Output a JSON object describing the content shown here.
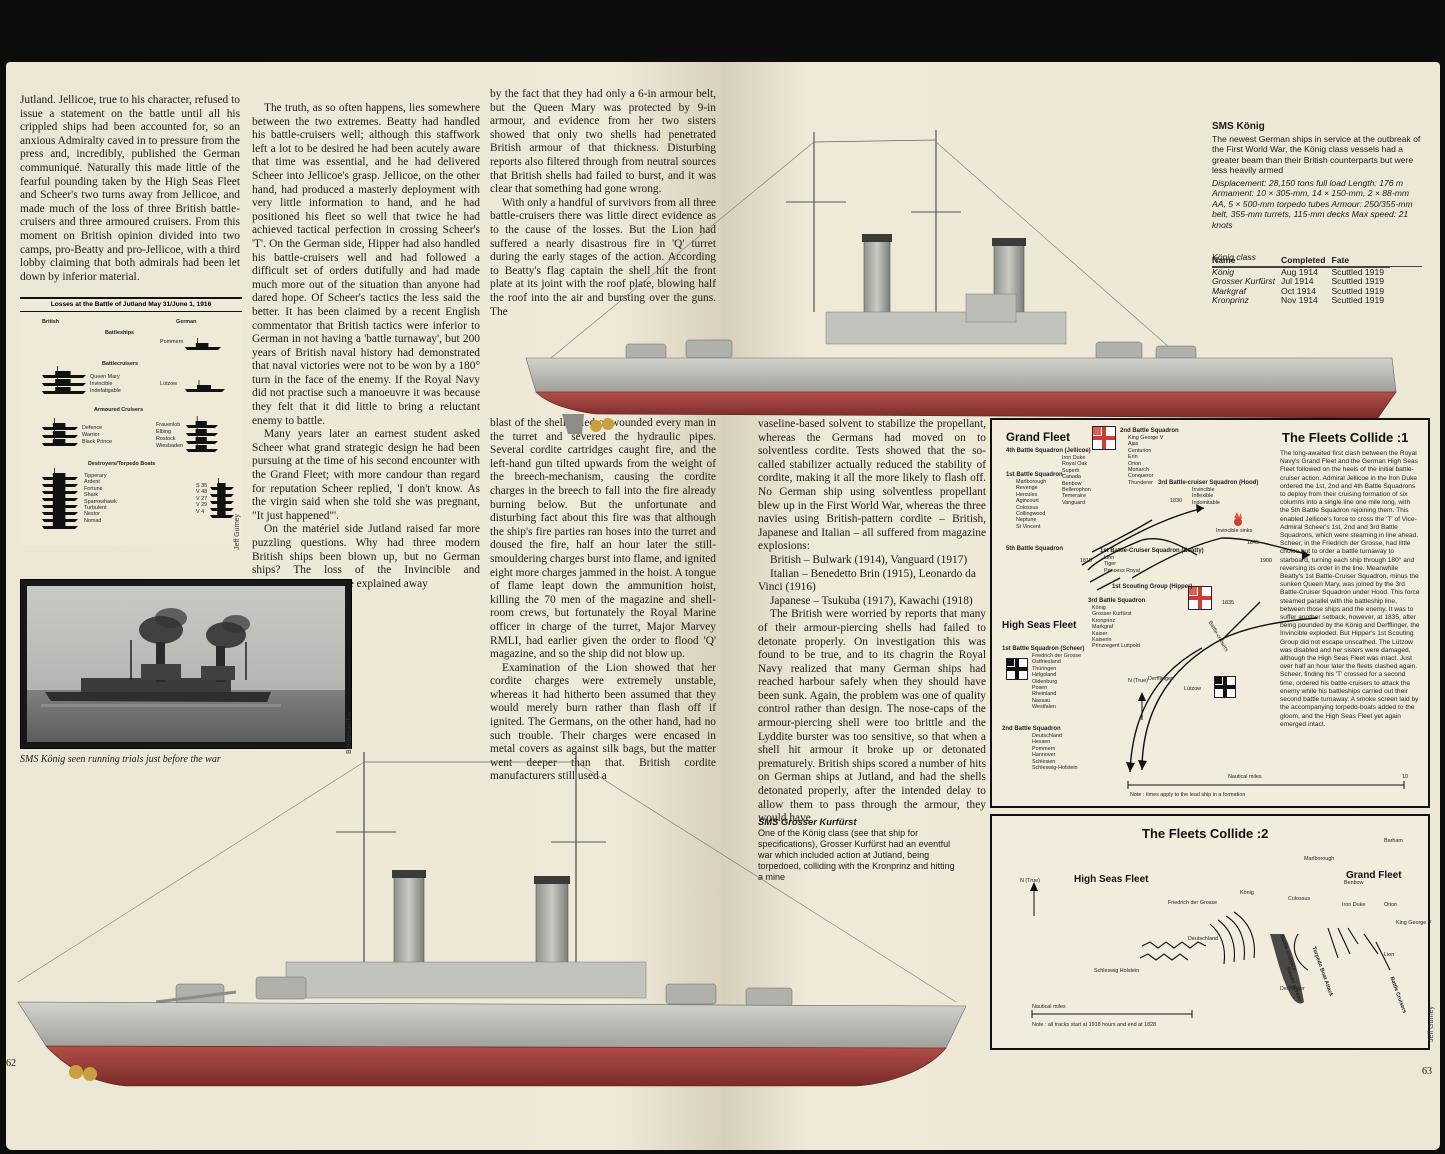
{
  "left_page": {
    "page_number": "62",
    "col1": [
      "Jutland. Jellicoe, true to his character, refused to issue a statement on the battle until all his crippled ships had been accounted for, so an anxious Admiralty caved in to pressure from the press and, incredibly, published the German communiqué. Naturally this made little of the fearful pounding taken by the High Seas Fleet and Scheer's two turns away from Jellicoe, and made much of the loss of three British battle-cruisers and three armoured cruisers. From this moment on British opinion divided into two camps, pro-Beatty and pro-Jellicoe, with a third lobby claiming that both admirals had been let down by inferior material."
    ],
    "col2": [
      "The truth, as so often happens, lies somewhere between the two extremes. Beatty had handled his battle-cruisers well; although this staffwork left a lot to be desired he had been acutely aware that time was essential, and he had delivered Scheer into Jellicoe's grasp. Jellicoe, on the other hand, had produced a masterly deployment with very little information to hand, and he had positioned his fleet so well that twice he had achieved tactical perfection in crossing Scheer's 'T'. On the German side, Hipper had also handled his battle-cruisers well and had followed a difficult set of orders dutifully and had made much more out of the situation than anyone had dared hope. Of Scheer's tactics the less said the better. It has been claimed by a recent English commentator that British tactics were inferior to German in not having a 'battle turnaway', but 200 years of British naval history had demonstrated that naval victories were not to be won by a 180° turn in the face of the enemy. If the Royal Navy did not practise such a manoeuvre it was because they felt that it did little to bring a reluctant enemy to battle.",
      "Many years later an earnest student asked Scheer what grand strategic design he had been pursuing at the time of his second encounter with the Grand Fleet; with more candour than regard for reputation Scheer replied, 'I don't know. As the virgin said when she told she was pregnant, \"It just happened\"'.",
      "On the matériel side Jutland raised far more puzzling questions. Why had three modern British ships been blown up, but no German ships? The loss of the Invincible and Indefatigable could be explained away"
    ],
    "col3_top": [
      "by the fact that they had only a 6-in armour belt, but the Queen Mary was protected by 9-in armour, and evidence from her two sisters showed that only two shells had penetrated British armour of that thickness. Disturbing reports also filtered through from neutral sources that British shells had failed to burst, and it was clear that something had gone wrong.",
      "With only a handful of survivors from all three battle-cruisers there was little direct evidence as to the cause of the losses. But the Lion had suffered a nearly disastrous fire in 'Q' turret during the early stages of the action. According to Beatty's flag captain the shell hit the front plate at its joint with the roof plate, blowing half the roof into the air and bursting over the guns. The"
    ],
    "col3_bottom": [
      "blast of the shell killed or wounded every man in the turret and severed the hydraulic pipes. Several cordite cartridges caught fire, and the left-hand gun tilted upwards from the weight of the breech-mechanism, causing the cordite charges in the breech to fall into the fire already burning below. But the unfortunate and disturbing fact about this fire was that although the ship's fire parties ran hoses into the turret and doused the fire, half an hour later the still-smouldering charges burst into flame, and ignited eight more charges jammed in the hoist. A tongue of flame leapt down the ammunition hoist, killing the 70 men of the magazine and shell-room crews, but fortunately the Royal Marine officer in charge of the turret, Major Marvey RMLI, had earlier given the order to flood 'Q' magazine, and so the ship did not blow up.",
      "Examination of the Lion showed that her cordite charges were extremely unstable, whereas it had hitherto been assumed that they would merely burn rather than flash off if ignited. The Germans, on the other hand, had no such trouble. Their charges were encased in metal covers as against silk bags, but the matter went deeper than that. British cordite manufacturers still used a"
    ],
    "losses_chart": {
      "title": "Losses at the Battle of Jutland May 31/June 1, 1916",
      "col_british": "British",
      "col_german": "German",
      "section_battleships": "Battleships",
      "section_battlecruisers": "Battlecruisers",
      "section_armoured": "Armoured Cruisers",
      "section_destroyers": "Destroyers/Torpedo Boats",
      "german_battleship": "Pommern",
      "british_bc_1": "Queen Mary",
      "british_bc_2": "Invincible",
      "british_bc_3": "Indefatigable",
      "german_bc": "Lützow",
      "british_ac_1": "Defence",
      "british_ac_2": "Warrior",
      "british_ac_3": "Black Prince",
      "german_lc_1": "Frauenlob",
      "german_lc_2": "Elbing",
      "german_lc_3": "Rostock",
      "german_lc_4": "Wiesbaden",
      "british_destroyers": [
        "Tipperary",
        "Ardent",
        "Fortune",
        "Shark",
        "Sparrowhawk",
        "Turbulent",
        "Nestor",
        "Nomad"
      ],
      "german_torpedo": [
        "S 35",
        "V 48",
        "V 27",
        "V 29",
        "V 4"
      ],
      "credit": "Jeff Gurney"
    },
    "photo_caption": "SMS König seen running trials just before the war",
    "photo_credit": "Bundesarchiv"
  },
  "right_page": {
    "page_number": "63",
    "col4_top": [
      "vaseline-based solvent to stabilize the propellant, whereas the Germans had moved on to solventless cordite. Tests showed that the so-called stabilizer actually reduced the stability of cordite, making it all the more likely to flash off. No German ship using solventless propellant blew up in the First World War, whereas the three navies using British-pattern cordite – British, Japanese and Italian – all suffered from magazine explosions:"
    ],
    "explosions": [
      "British – Bulwark (1914), Vanguard (1917)",
      "Italian – Benedetto Brin (1915), Leonardo da Vinci (1916)",
      "Japanese – Tsukuba (1917), Kawachi (1918)"
    ],
    "col4_bottom": [
      "The British were worried by reports that many of their armour-piercing shells had failed to detonate properly. On investigation this was found to be true, and to its chagrin the Royal Navy realized that many German ships had reached harbour safely when they should have been sunk. Again, the problem was one of quality control rather than design. The nose-caps of the armour-piercing shell were too brittle and the Lyddite burster was too sensitive, so that when a shell hit armour it broke up or detonated prematurely. British ships scored a number of hits on German ships at Jutland, and had the shells detonated properly, after the intended delay to allow them to pass through the armour, they would have"
    ],
    "konig": {
      "title": "SMS König",
      "desc": "The newest German ships in service at the outbreak of the First World War, the König class vessels had a greater beam than their British counterparts but were less heavily armed",
      "specs": "Displacement: 28,150 tons full load Length: 176 m Armament: 10 × 305-mm, 14 × 150-mm, 2 × 88-mm AA, 5 × 500-mm torpedo tubes Armour: 250/355-mm belt, 355-mm turrets, 115-mm decks Max speed: 21 knots",
      "class_title": "König class",
      "table_headers": [
        "Name",
        "Completed",
        "Fate"
      ],
      "table_rows": [
        [
          "König",
          "Aug 1914",
          "Scuttled 1919"
        ],
        [
          "Grosser Kurfürst",
          "Jul 1914",
          "Scuttled 1919"
        ],
        [
          "Markgraf",
          "Oct 1914",
          "Scuttled 1919"
        ],
        [
          "Kronprinz",
          "Nov 1914",
          "Scuttled 1919"
        ]
      ]
    },
    "grosser": {
      "title": "SMS Grosser Kurfürst",
      "desc": "One of the König class (see that ship for specifications), Grosser Kurfürst had an eventful war which included action at Jutland, being torpedoed, colliding with the Kronprinz and hitting a mine"
    },
    "map1": {
      "title": "The Fleets Collide :1",
      "grand_fleet": "Grand Fleet",
      "high_seas_fleet": "High Seas Fleet",
      "text": "The long-awaited first clash between the Royal Navy's Grand Fleet and the German High Seas Fleet followed on the heels of the initial battle-cruiser action. Admiral Jellicoe in the Iron Duke ordered the 1st, 2nd and 4th Battle Squadrons to deploy from their cruising formation of six columns into a single line one mile long, with the 5th Battle Squadron rejoining them. This enabled Jellicoe's force to cross the 'T' of Vice-Admiral Scheer's 1st, 2nd and 3rd Battle Squadrons, which were steaming in line ahead. Scheer, in the Friedrich der Grosse, had little choice but to order a battle turnaway to starboard, turning each ship through 180° and reversing its order in the line. Meanwhile Beatty's 1st Battle-Cruiser Squadron, minus the sunken Queen Mary, was joined by the 3rd Battle-Cruiser Squadron under Hood. This force steamed parallel with the battleship line, between those ships and the enemy. It was to suffer another setback, however, at 1835, after being pounded by the König and Derfflinger, the Invincible exploded. But Hipper's 1st Scouting Group did not escape unscathed. The Lützow was disabled and her sisters were damaged, although the High Seas Fleet was intact. Just over half an hour later the fleets clashed again. Scheer, finding his 'T' crossed for a second time, ordered his battle-cruisers to attack the enemy while his battleships carried out their second battle turnaway. A smoke screen laid by the accompanying torpedo-boats added to the gloom, and the High Seas Fleet yet again emerged intact.",
      "sq_2nd": "2nd Battle Squadron",
      "sq_2nd_ships": [
        "King George V",
        "Ajax",
        "Centurion",
        "Erin",
        "Orion",
        "Monarch",
        "Conqueror",
        "Thunderer"
      ],
      "sq_4th": "4th Battle Squadron (Jellicoe)",
      "sq_4th_ships": [
        "Iron Duke",
        "Royal Oak",
        "Superb",
        "Canada",
        "Benbow",
        "Bellerophon",
        "Temeraire",
        "Vanguard"
      ],
      "sq_1st": "1st Battle Squadron",
      "sq_1st_ships": [
        "Marlborough",
        "Revenge",
        "Hercules",
        "Agincourt",
        "Colossus",
        "Collingwood",
        "Neptune",
        "St Vincent"
      ],
      "sq_3bc": "3rd Battle-cruiser Squadron (Hood)",
      "sq_3bc_ships": [
        "Invincible",
        "Inflexible",
        "Indomitable"
      ],
      "sq_5th": "5th Battle Squadron",
      "sq_1bc": "1st Battle-Cruiser Squadron (Beatty)",
      "sq_1bc_ships": [
        "Lion",
        "Tiger",
        "Princess Royal"
      ],
      "sunk": "Invincible sinks",
      "scouting": "1st Scouting Group (Hipper)",
      "sq_3rd": "3rd Battle Squadron",
      "sq_3rd_ships": [
        "König",
        "Grosser Kurfürst",
        "Kronprinz",
        "Markgraf",
        "Kaiser",
        "Kaiserin",
        "Prinzregent Luitpold"
      ],
      "sq_1st_g": "1st Battle Squadron (Scheer)",
      "sq_1st_g_ships": [
        "Friedrich der Grosse",
        "Ostfriesland",
        "Thüringen",
        "Helgoland",
        "Oldenburg",
        "Posen",
        "Rheinland",
        "Nassau",
        "Westfalen"
      ],
      "sq_2nd_g": "2nd Battle Squadron",
      "sq_2nd_g_ships": [
        "Deutschland",
        "Hessen",
        "Pommern",
        "Hannover",
        "Schlesien",
        "Schleswig-Holstein"
      ],
      "bc_label": "Battle-cruisers",
      "derfflinger": "Derfflinger",
      "lutzow": "Lützow",
      "north": "N (True)",
      "nautical": "Nautical miles",
      "scale_end": "10",
      "t1815": "1815",
      "t1830": "1830",
      "t1835": "1835",
      "t1845": "1845",
      "t1900": "1900",
      "note": "Note : times apply to the lead ship in a formation"
    },
    "map2": {
      "title": "The Fleets Collide :2",
      "high_seas_fleet": "High Seas Fleet",
      "grand_fleet": "Grand Fleet",
      "north": "N (True)",
      "nautical": "Nautical miles",
      "note": "Note : all tracks start at 1918 hours and end at 1828",
      "labels": [
        "Barham",
        "Marlborough",
        "Benbow",
        "Iron Duke",
        "Orion",
        "King George V",
        "Lion",
        "Colossus",
        "Friedrich der Grosse",
        "König",
        "Deutschland",
        "Schleswig Holstein",
        "Derfflinger",
        "Battle-cruisers",
        "Torpedo Boat Attack",
        "Smoke screen",
        "Battle Cruisers"
      ],
      "credit": "Jeff Gurney"
    }
  },
  "colors": {
    "paper": "#efe9d8",
    "ink": "#1c1a17",
    "hull_red": "#9c3a36",
    "hull_grey": "#b8b9b2",
    "ensign_red": "#d23a32"
  }
}
